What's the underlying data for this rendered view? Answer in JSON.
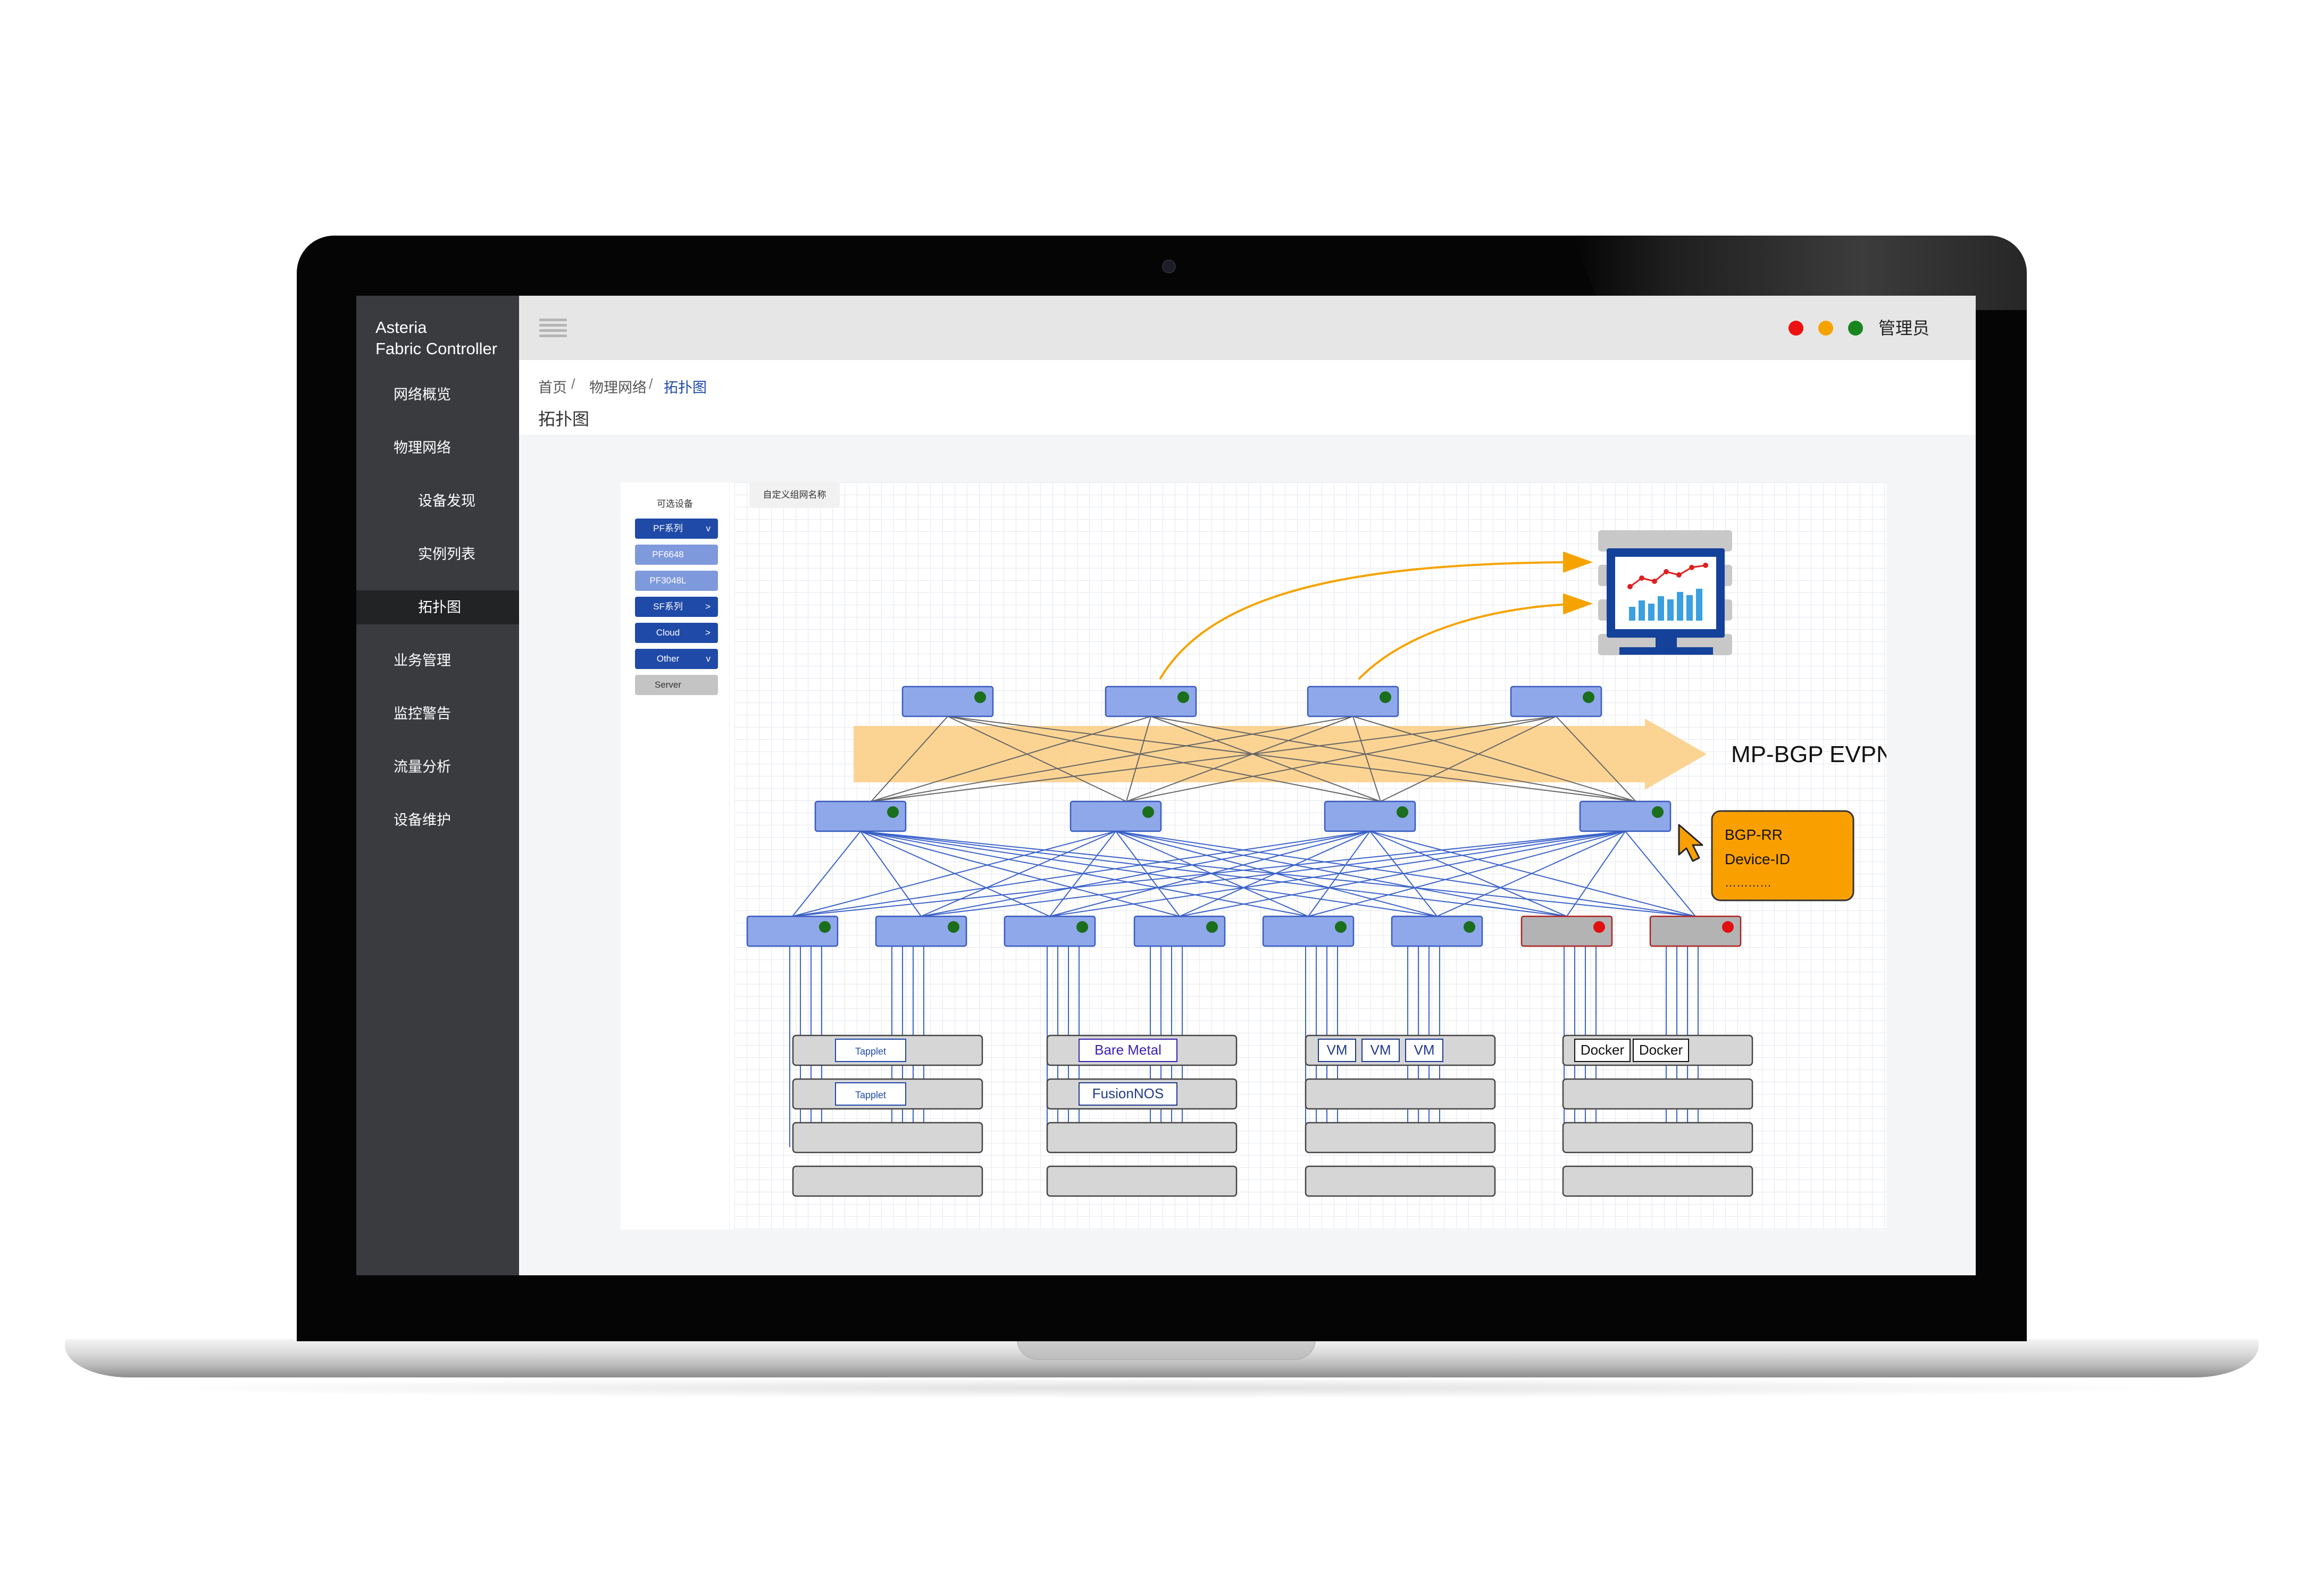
{
  "app": {
    "brand_line1": "Asteria",
    "brand_line2": "Fabric Controller"
  },
  "sidebar": {
    "items": [
      {
        "label": "网络概览"
      },
      {
        "label": "物理网络"
      },
      {
        "label": "设备发现"
      },
      {
        "label": "实例列表"
      },
      {
        "label": "拓扑图"
      },
      {
        "label": "业务管理"
      },
      {
        "label": "监控警告"
      },
      {
        "label": "流量分析"
      },
      {
        "label": "设备维护"
      }
    ],
    "active_item": "拓扑图"
  },
  "header": {
    "user": "管理员",
    "status_colors": [
      "#ee1111",
      "#f5a300",
      "#17861d"
    ]
  },
  "breadcrumb": {
    "home": "首页",
    "level1": "物理网络",
    "current": "拓扑图",
    "separator": "/"
  },
  "page": {
    "title": "拓扑图"
  },
  "palette": {
    "title": "可选设备",
    "items": [
      {
        "label": "PF系列",
        "arrow": "v",
        "color": "#1f4aa8"
      },
      {
        "label": "PF6648",
        "arrow": "",
        "color": "#7f99dd"
      },
      {
        "label": "PF3048L",
        "arrow": "",
        "color": "#7f99dd"
      },
      {
        "label": "SF系列",
        "arrow": ">",
        "color": "#1f4aa8"
      },
      {
        "label": "Cloud",
        "arrow": ">",
        "color": "#1f4aa8"
      },
      {
        "label": "Other",
        "arrow": "v",
        "color": "#1f4aa8"
      },
      {
        "label": "Server",
        "arrow": "",
        "color": "#c4c4c4"
      }
    ]
  },
  "canvas": {
    "custom_name_tab": "自定义组网名称",
    "overlay_label": "MP-BGP EVPN",
    "info_box": {
      "line1": "BGP-RR",
      "line2": "Device-ID",
      "line3": "…………"
    },
    "server_labels": {
      "tapplet": "Tapplet",
      "bare_metal": "Bare Metal",
      "fusion_nos": "FusionNOS",
      "vm": "VM",
      "docker": "Docker"
    },
    "colors": {
      "switch_fill": "#8ea8ea",
      "switch_border": "#3a5bbf",
      "status_ok": "#1b6e1b",
      "status_fault": "#e01010",
      "link_blue": "#3b62c9",
      "link_gray": "#666666",
      "arrow_orange": "#f5a300",
      "band_orange": "#fbcf87",
      "info_box": "#f9a000",
      "monitor_blue": "#14419a"
    }
  }
}
